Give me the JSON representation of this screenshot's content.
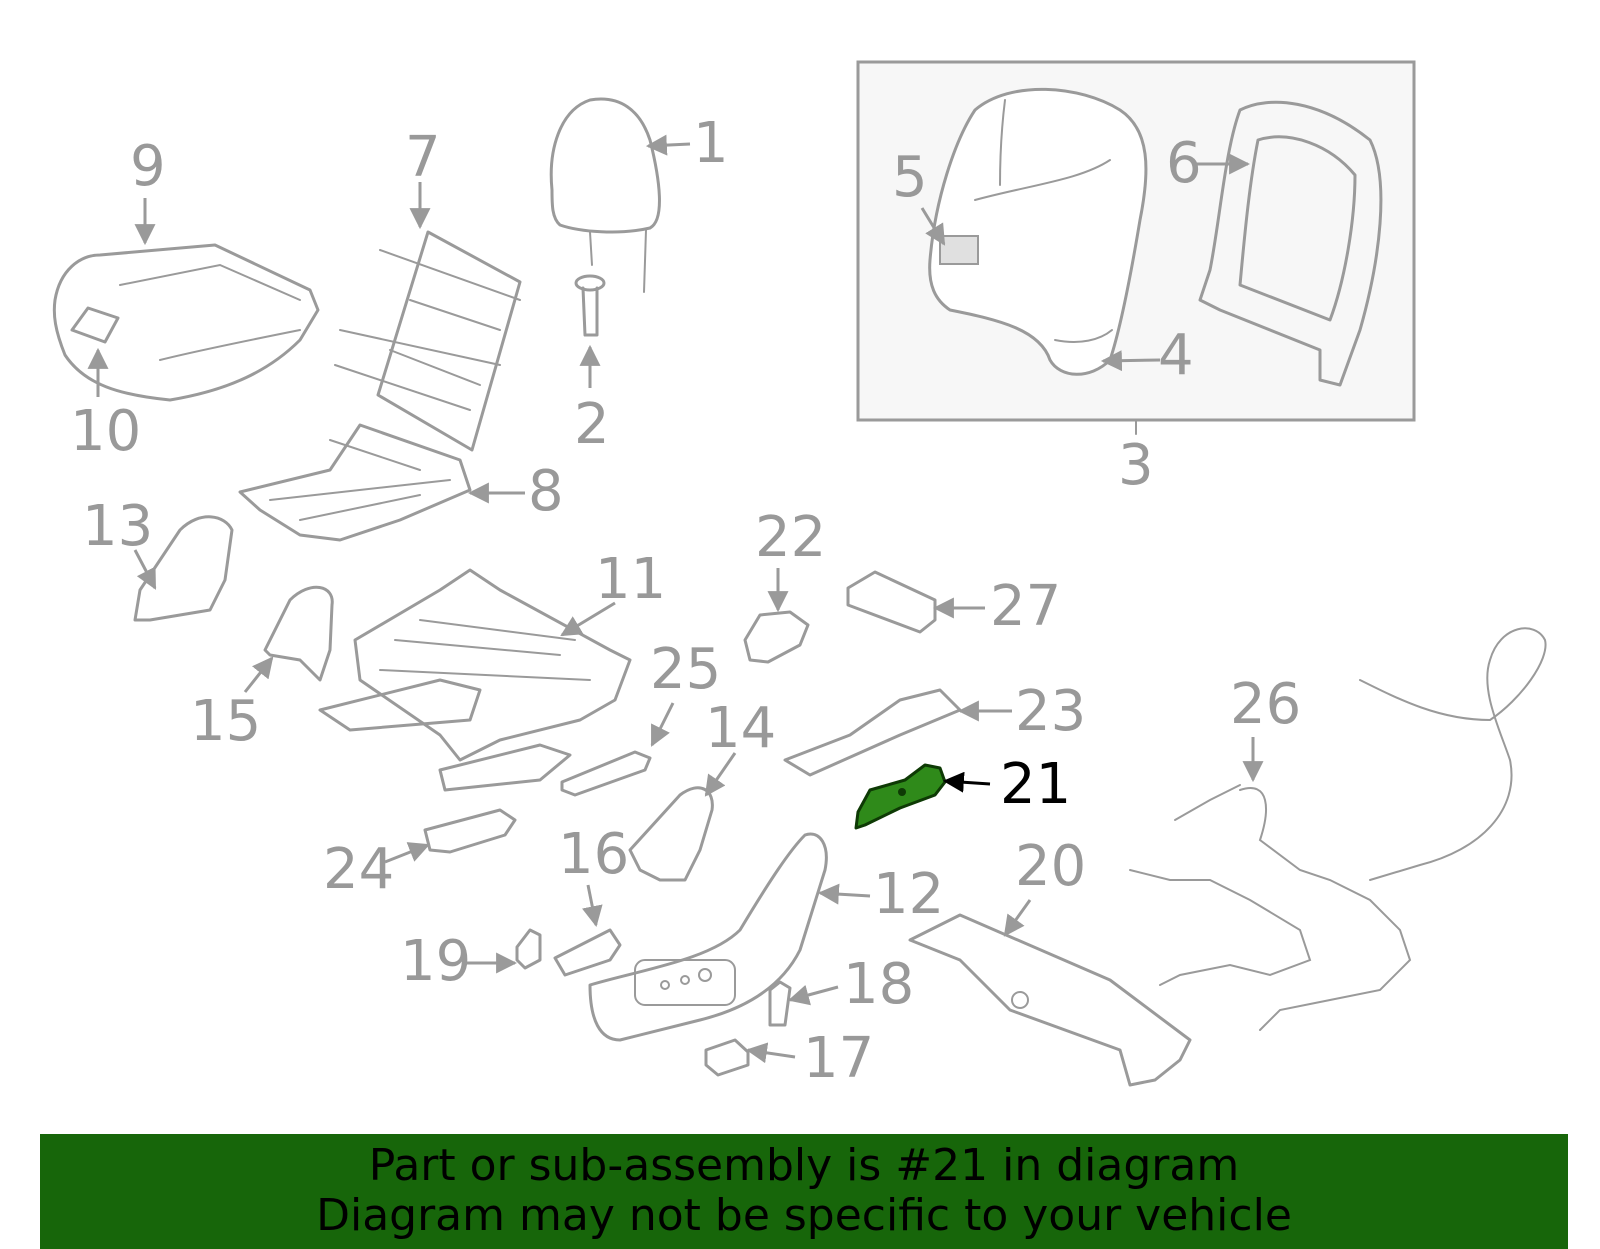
{
  "callouts": {
    "c1": "1",
    "c2": "2",
    "c3": "3",
    "c4": "4",
    "c5": "5",
    "c6": "6",
    "c7": "7",
    "c8": "8",
    "c9": "9",
    "c10": "10",
    "c11": "11",
    "c12": "12",
    "c13": "13",
    "c14": "14",
    "c15": "15",
    "c16": "16",
    "c17": "17",
    "c18": "18",
    "c19": "19",
    "c20": "20",
    "c21": "21",
    "c22": "22",
    "c23": "23",
    "c24": "24",
    "c25": "25",
    "c26": "26",
    "c27": "27"
  },
  "highlight": {
    "part": "21",
    "color": "#2f8a1a"
  },
  "banner": {
    "line1": "Part or sub-assembly is #21 in diagram",
    "line2": "Diagram may not be specific to your vehicle",
    "background": "#17660a"
  }
}
